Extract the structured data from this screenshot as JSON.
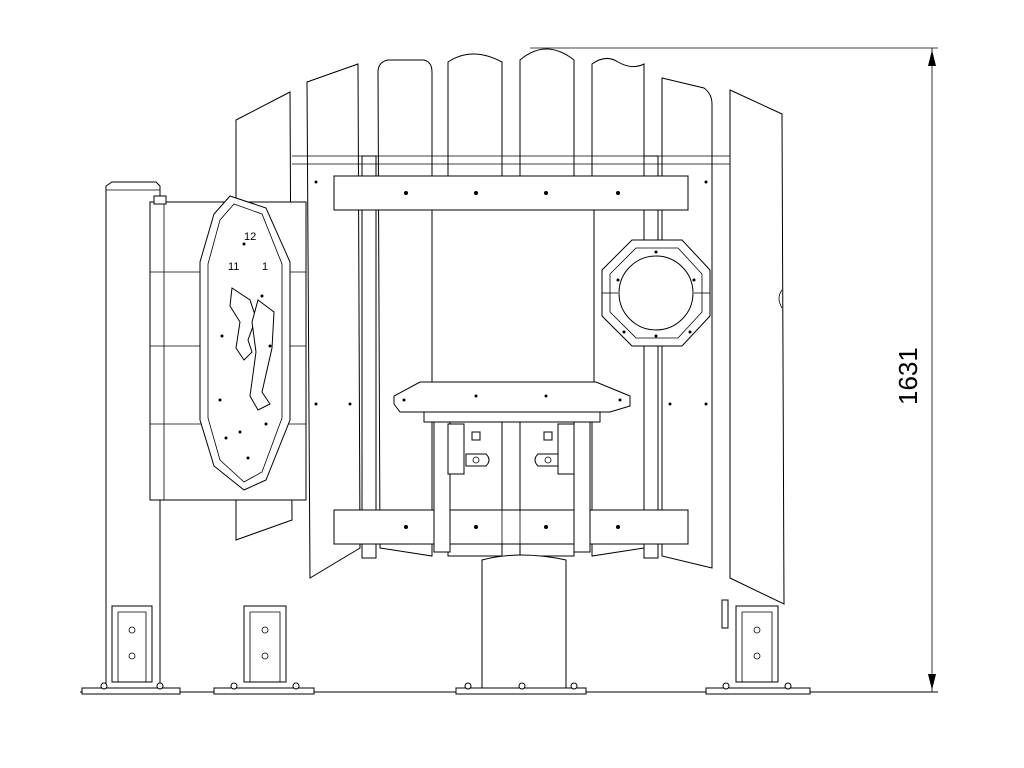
{
  "drawing": {
    "height_dimension": "1631",
    "clock_numbers": [
      "12",
      "11",
      "1"
    ]
  },
  "colors": {
    "line": "#000000",
    "background": "#ffffff"
  }
}
